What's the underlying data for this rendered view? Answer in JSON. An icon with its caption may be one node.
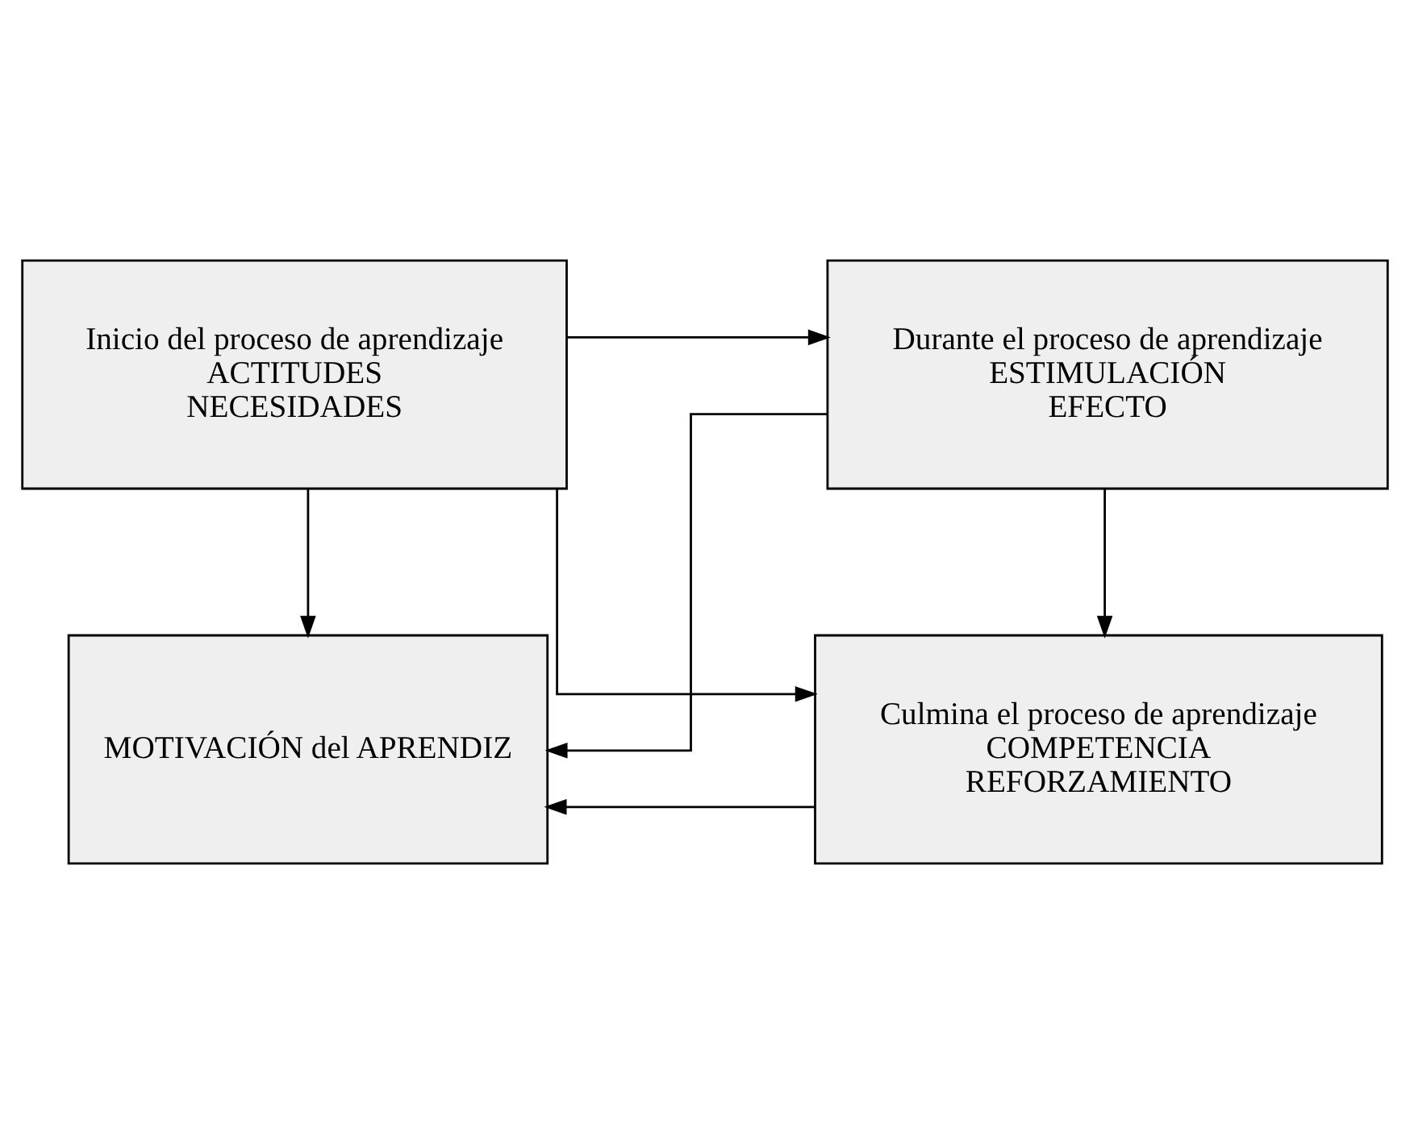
{
  "diagram": {
    "nodes": [
      {
        "text": [
          "Inicio del proceso de aprendizaje",
          "ACTITUDES",
          "NECESIDADES"
        ]
      },
      {
        "text": [
          "Durante el proceso de aprendizaje",
          "ESTIMULACIÓN",
          "EFECTO"
        ]
      },
      {
        "text": [
          "MOTIVACIÓN del APRENDIZ"
        ]
      },
      {
        "text": [
          "Culmina el proceso de aprendizaje",
          "COMPETENCIA",
          "REFORZAMIENTO"
        ]
      }
    ],
    "edges": [
      {
        "from": 0,
        "to": 1,
        "arrow": "to"
      },
      {
        "from": 0,
        "to": 2,
        "arrow": "to"
      },
      {
        "from": 1,
        "to": 2,
        "arrow": "to"
      },
      {
        "from": 0,
        "to": 3,
        "arrow": "to"
      },
      {
        "from": 1,
        "to": 3,
        "arrow": "to"
      },
      {
        "from": 3,
        "to": 2,
        "arrow": "to"
      }
    ]
  }
}
